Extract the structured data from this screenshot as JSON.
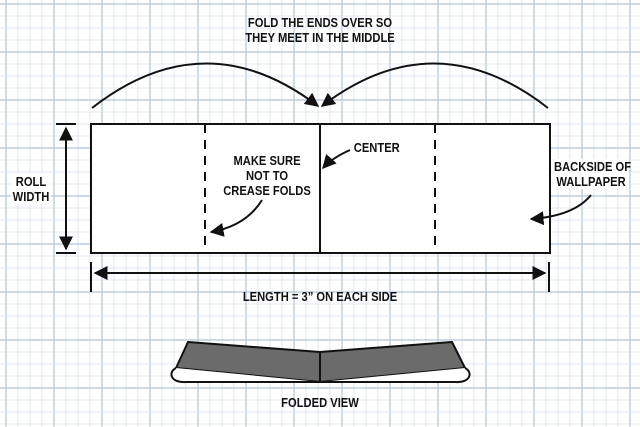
{
  "diagram": {
    "fold_instruction": [
      "FOLD THE ENDS OVER SO",
      "THEY MEET IN THE MIDDLE"
    ],
    "roll_width": [
      "ROLL",
      "WIDTH"
    ],
    "crease_note": [
      "MAKE SURE",
      "NOT TO",
      "CREASE FOLDS"
    ],
    "center_label": "CENTER",
    "backside_label": [
      "BACKSIDE OF",
      "WALLPAPER"
    ],
    "length_label": "LENGTH = 3” ON EACH SIDE",
    "folded_view_label": "FOLDED VIEW"
  },
  "colors": {
    "grid_minor": "#d7e1ec",
    "grid_major": "#b4c4d6",
    "ink": "#111111",
    "paper": "#ffffff",
    "folded_fill": "#6b6b6b"
  }
}
